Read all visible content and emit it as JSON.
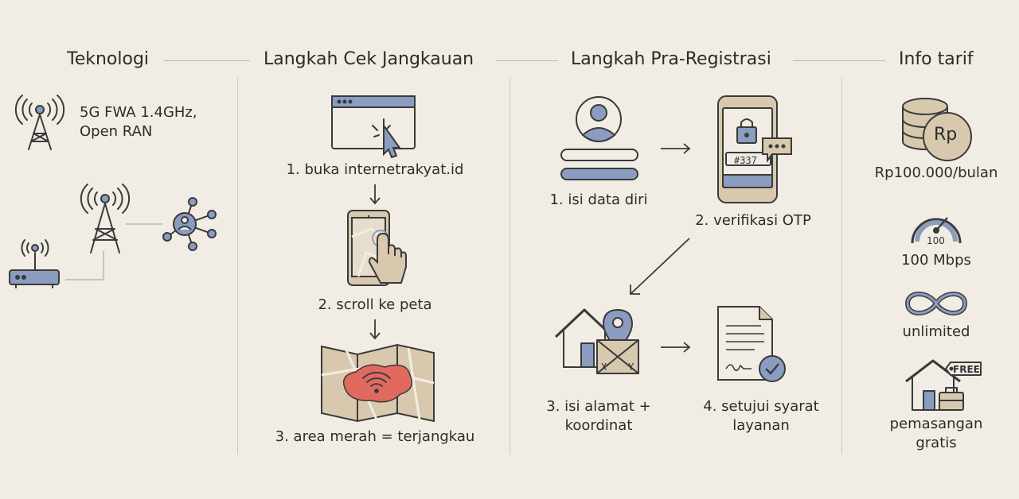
{
  "headers": {
    "technology": "Teknologi",
    "coverage": "Langkah Cek Jangkauan",
    "preregistration": "Langkah Pra-Registrasi",
    "tariff": "Info tarif"
  },
  "technology": {
    "spec_line1": "5G FWA 1.4GHz,",
    "spec_line2": "Open RAN"
  },
  "coverage_steps": [
    "1. buka internetrakyat.id",
    "2. scroll ke peta",
    "3. area merah = terjangkau"
  ],
  "preregistration_steps": {
    "step1": "1. isi data diri",
    "step2": "2. verifikasi OTP",
    "otp_code": "#337",
    "step3_line1": "3. isi alamat +",
    "step3_line2": "koordinat",
    "step4_line1": "4. setujui syarat",
    "step4_line2": "layanan",
    "coord_x": "X",
    "coord_y": "Y"
  },
  "tariff": {
    "currency_symbol": "Rp",
    "price": "Rp100.000/bulan",
    "gauge_value": "100",
    "speed": "100 Mbps",
    "quota": "unlimited",
    "free_tag": "FREE",
    "install_line1": "pemasangan",
    "install_line2": "gratis"
  },
  "colors": {
    "accent_blue": "#8a9cc0",
    "accent_red": "#e06a5f",
    "sand": "#d8c9ae",
    "ink": "#3a3a3a"
  }
}
